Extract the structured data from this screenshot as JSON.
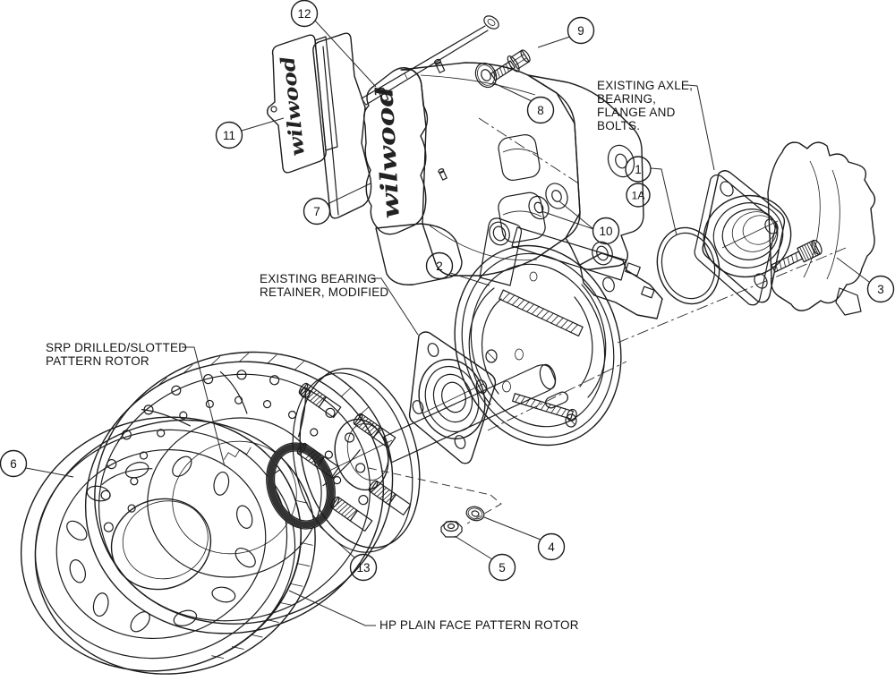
{
  "diagram": {
    "background": "#ffffff",
    "colors": {
      "line": "#1c1c1c",
      "part_fill": "#d9d9d9",
      "part_fill_dark": "#c9c9c9",
      "part_fill_light": "#f2f2f2",
      "oring_dark": "#333333",
      "callout_fill": "#ffffff"
    },
    "brand_script": "wilwood",
    "labels": {
      "axle": {
        "lines": [
          "EXISTING AXLE,",
          "BEARING,",
          "FLANGE AND",
          "BOLTS."
        ]
      },
      "bearing_retainer": {
        "lines": [
          "EXISTING BEARING",
          "RETAINER, MODIFIED"
        ]
      },
      "srp_rotor": {
        "lines": [
          "SRP DRILLED/SLOTTED",
          "PATTERN ROTOR"
        ]
      },
      "hp_rotor": {
        "lines": [
          "HP PLAIN FACE PATTERN ROTOR"
        ]
      }
    },
    "callouts": [
      {
        "number": "12"
      },
      {
        "number": "9"
      },
      {
        "number": "8"
      },
      {
        "number": "11"
      },
      {
        "number": "7"
      },
      {
        "number": "1"
      },
      {
        "number": "1A"
      },
      {
        "number": "10"
      },
      {
        "number": "2"
      },
      {
        "number": "3"
      },
      {
        "number": "6"
      },
      {
        "number": "13"
      },
      {
        "number": "5"
      },
      {
        "number": "4"
      }
    ]
  }
}
